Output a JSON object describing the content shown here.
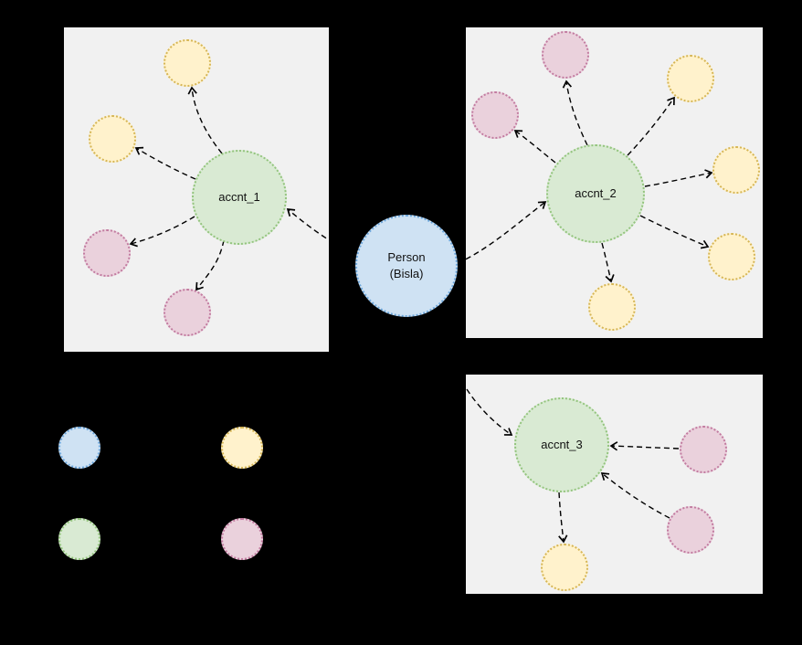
{
  "diagram": {
    "colors": {
      "background": "#000000",
      "panel_bg": "#f1f1f1",
      "edge": "#000000",
      "person_fill": "#cfe2f3",
      "person_border": "#6fa8dc",
      "account_fill": "#d9ead3",
      "account_border": "#93c47d",
      "yellow_fill": "#fff2cc",
      "yellow_border": "#d6b656",
      "pink_fill": "#ead1dc",
      "pink_border": "#c27ba0"
    },
    "person": {
      "label": "Person\n(Bisla)"
    },
    "accounts": {
      "accnt_1": {
        "label": "accnt_1"
      },
      "accnt_2": {
        "label": "accnt_2"
      },
      "accnt_3": {
        "label": "accnt_3"
      }
    },
    "panels": [
      {
        "name": "accnt_1-panel",
        "account": "accnt_1",
        "attributes": [
          "yellow",
          "yellow",
          "pink",
          "pink"
        ]
      },
      {
        "name": "accnt_2-panel",
        "account": "accnt_2",
        "attributes": [
          "pink",
          "pink",
          "yellow",
          "yellow",
          "yellow",
          "yellow"
        ]
      },
      {
        "name": "accnt_3-panel",
        "account": "accnt_3",
        "attributes": [
          "pink",
          "pink",
          "yellow"
        ]
      }
    ],
    "legend": {
      "swatches": [
        "person",
        "yellow-attribute",
        "account",
        "pink-attribute"
      ]
    }
  }
}
